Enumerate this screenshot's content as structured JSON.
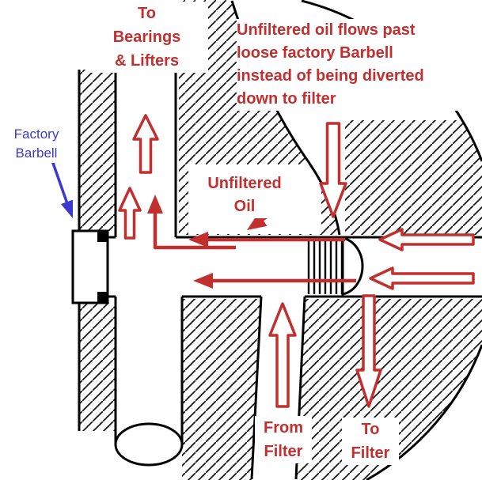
{
  "diagram": {
    "title": "Engine oil passage cross-section with loose factory barbell",
    "labels": {
      "to_bearings": "To\nBearings\n& Lifters",
      "unfiltered_flow_note": "Unfiltered oil flows past\nloose factory Barbell\ninstead of being diverted\ndown to filter",
      "factory_barbell": "Factory\nBarbell",
      "unfiltered_oil": "Unfiltered\nOil",
      "from_filter": "From\nFilter",
      "to_filter": "To\nFilter"
    },
    "colors": {
      "annotation_red": "#c22f2f",
      "annotation_blue": "#3a3acc",
      "line_black": "#000000",
      "background": "#ffffff"
    }
  }
}
